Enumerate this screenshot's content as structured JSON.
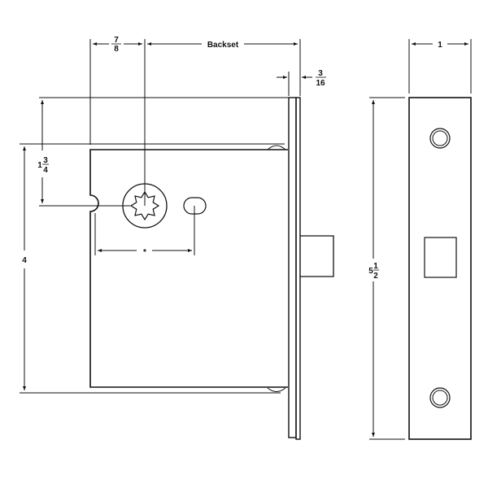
{
  "labels": {
    "latch_offset": {
      "num": "7",
      "den": "8"
    },
    "backset": "Backset",
    "faceplate_thickness": {
      "num": "3",
      "den": "16"
    },
    "spindle_height": {
      "whole": "1",
      "num": "3",
      "den": "4"
    },
    "case_height": "4",
    "spindle_spacing": "*",
    "faceplate_width": "1",
    "faceplate_height": {
      "whole": "5",
      "num": "1",
      "den": "2"
    }
  },
  "colors": {
    "line": "#111111",
    "background": "#ffffff"
  }
}
